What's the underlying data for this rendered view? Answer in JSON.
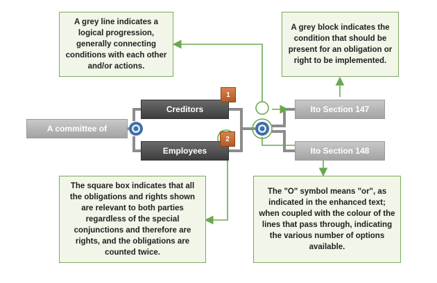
{
  "callouts": {
    "grey_line": "A grey line indicates a logical progression, generally connecting conditions with each other and/or actions.",
    "grey_block": "A grey block indicates the condition that should be present for an obligation or right to be implemented.",
    "square_box": "The square box indicates that all the obligations and rights shown are relevant to both parties regardless of the special conjunctions and therefore are rights, and the obligations are counted twice.",
    "o_symbol": "The \"O\" symbol means \"or\", as indicated in the enhanced text; when coupled with the colour of the lines that pass through, indicating the various number of options available."
  },
  "boxes": {
    "committee": "A committee of",
    "creditors": "Creditors",
    "employees": "Employees",
    "section147": "Ito  Section 147",
    "section148": "Ito Section 148"
  },
  "badges": {
    "one": "1",
    "two": "2"
  },
  "colors": {
    "callout_border": "#7aa95a",
    "callout_fill": "#f1f6e9",
    "line": "#8c8c8c",
    "arrow": "#6aa84f",
    "or_symbol": "#3d6fa8",
    "badge": "#c96a32"
  }
}
